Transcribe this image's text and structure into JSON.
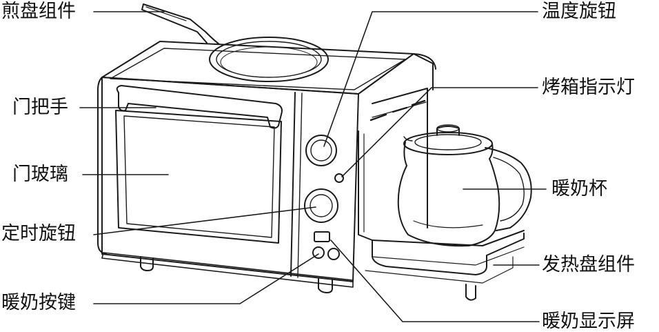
{
  "labels": {
    "pan_assembly": "煎盘组件",
    "door_handle": "门把手",
    "door_glass": "门玻璃",
    "timer_knob": "定时旋钮",
    "milk_warm_button": "暖奶按键",
    "temperature_knob": "温度旋钮",
    "oven_indicator": "烤箱指示灯",
    "milk_cup": "暖奶杯",
    "heating_plate_assembly": "发热盘组件",
    "milk_display": "暖奶显示屏"
  },
  "colors": {
    "line": "#1a1a1a",
    "background": "#ffffff"
  }
}
